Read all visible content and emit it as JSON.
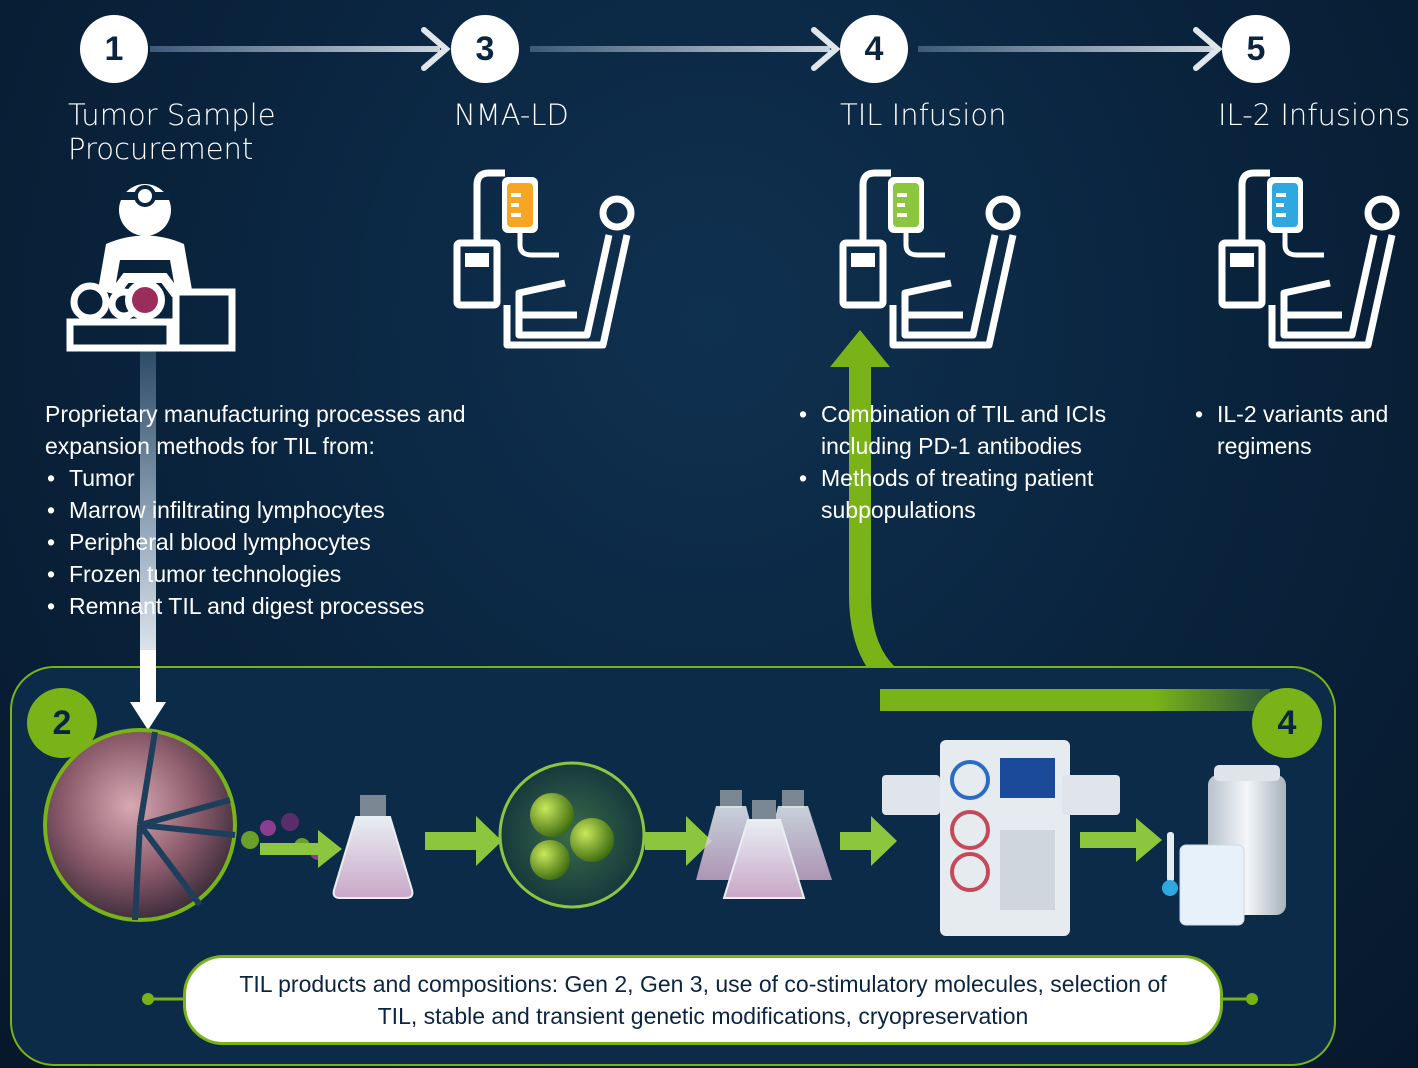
{
  "steps": [
    {
      "number": "1",
      "title": "Tumor Sample Procurement"
    },
    {
      "number": "3",
      "title": "NMA-LD"
    },
    {
      "number": "4",
      "title": "TIL Infusion"
    },
    {
      "number": "5",
      "title": "IL-2 Infusions"
    }
  ],
  "manufacturing": {
    "intro": "Proprietary manufacturing processes and expansion methods for TIL from:",
    "bullets": [
      "Tumor",
      "Marrow infiltrating lymphocytes",
      "Peripheral blood lymphocytes",
      "Frozen tumor technologies",
      "Remnant TIL and digest processes"
    ]
  },
  "infusion_bullets": [
    "Combination of TIL and ICIs including PD-1 antibodies",
    "Methods of treating patient subpopulations"
  ],
  "il2_bullets": [
    "IL-2 variants and regimens"
  ],
  "process": {
    "start_number": "2",
    "end_number": "4",
    "note": "TIL products and compositions: Gen 2, Gen 3, use of co-stimulatory molecules, selection of TIL, stable and transient genetic modifications, cryopreservation"
  },
  "colors": {
    "background": "#0a2540",
    "accent_green": "#7ab317",
    "bag_orange": "#f5a623",
    "bag_green": "#8cc63f",
    "bag_blue": "#2fa8e0",
    "tumor_marker": "#9b2d5a"
  },
  "icons": [
    "surgeon-icon",
    "iv-chair-icon",
    "tumor-icon",
    "flask-icon",
    "cell-cluster-icon",
    "bioreactor-icon",
    "cryo-tank-icon",
    "thermometer-icon"
  ]
}
